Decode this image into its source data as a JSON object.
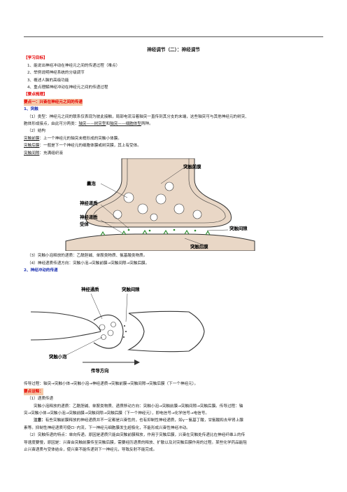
{
  "title": "神经调节（二）：神经调节",
  "goals_header": "【学习目标】",
  "goals": [
    "1、能说出神经冲动在神经元之间的传递过程（难点）",
    "2、举例说明神经系统的分级调节",
    "3、概述人脑的高级功能",
    "4、重点理解神经冲动在神经元之间的传递过程"
  ],
  "points_header": "【要点梳理】",
  "point1_title": "要点一：兴奋在神经元之间的传递",
  "sub1_title": "1、突触",
  "para1_a": "（1）类型：神经元之间的联系仅表现为彼此接触，局部电流沿着轴突一直传到其分支的末端，这些轴突可与其他神经元的树突、",
  "para1_b": "胞体形成接点，由此可分两类：",
  "para1_u1": "轴突——树突型",
  "para1_and": "和",
  "para1_u2": "轴突——细胞体型",
  "para1_end": "两种。",
  "struct_title": "（2）结构",
  "pre_label": "突触前膜",
  "pre_text": "：上一个神经元的轴突末梢形成的突触小体膜。",
  "post_label": "突触后膜",
  "post_text": "：一般是下一个神经元的细胞体膜或树突膜，其上有受体。",
  "cleft_label": "突触间隙",
  "cleft_text": "：充满组织液",
  "fig1": {
    "pre": "突触前膜",
    "vesicle": "囊泡",
    "transmitter": "神经递质",
    "receptor_1": "神经递质",
    "receptor_2": "受体",
    "cleft": "突触间隙",
    "post": "突触后膜"
  },
  "step3": "（3）突触小泡释放的递质：乙酰胆碱、单胺类物质、氨基酸类物质。",
  "step4": "（4）神经递质传递方向：突触小泡→突触前膜→突触间隙→突触后膜。",
  "sub2_title": "2、神经冲动的传递",
  "fig2": {
    "end": "神经通质",
    "cleft": "突触间隙",
    "vesicle": "突触小泡",
    "direction": "传导方向"
  },
  "transmit": "传导过程：轴突→突触小体→突触小泡→神经递质→突触前膜→突触间隙→突触后膜（下一个神经元）。",
  "explain_title": "要点诠释：",
  "exp1": "（1）递质传递",
  "exp1_body1": "突触小泡释放的递质：乙酰胆碱、单胺类物质、递质移动方向：突触小泡→突触前膜→突触间隙→突触后膜。传导过程：轴",
  "exp1_body2": "突→突触小体→突触小泡→突触前膜→突触间隙→突触后膜（下一个神经元），即电信号→化学信号→电信号。",
  "note_label": "注意：",
  "note_body1": "有些突触前膜释放的神经递质并不一定都是兴奋性的，也有抑制性神经递质，如γ－氨基丁酸，甘氨酸和去甲肾上腺",
  "note_body2": "素等。抑制性神经递质可使Cl⁻内流，下一神经元细胞膜发生超极化，不能形成兴奋性神经冲动。",
  "exp2_1": "（2）突触传递的特点：单向传递。原因是递质只能由突触前膜释放，作用于突触后膜，兴奋在突触处传递比在神经纤维上的传",
  "exp2_2": "导速度要慢，原因是：兴奋由突触前膜传至突触后膜，需要经历递质的释放、扩散以及对突触后膜作用的过程。某些化学药品能阻",
  "exp2_3": "止兴奋递质与受体结合，使兴奋不能传递到下一神经元，导致反射不能完成。"
}
